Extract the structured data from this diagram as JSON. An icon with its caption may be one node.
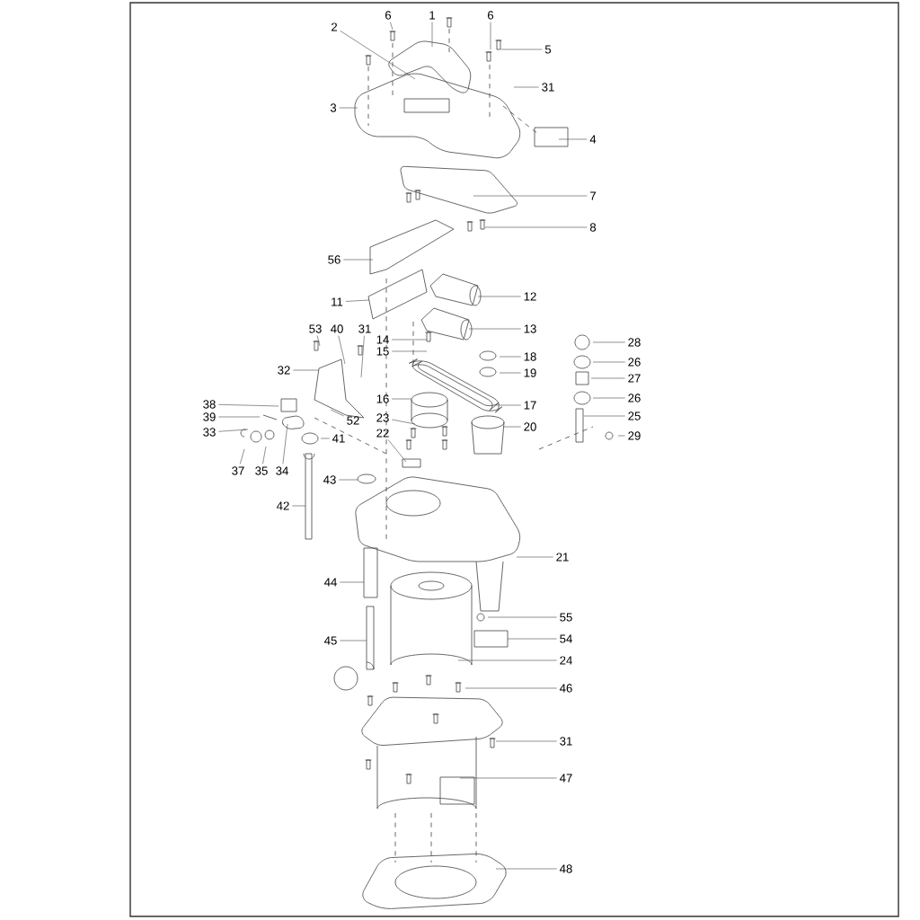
{
  "diagram": {
    "nodes": [
      {
        "text": [
          "6"
        ]
      },
      {
        "text": [
          "1"
        ]
      },
      {
        "text": [
          "6"
        ]
      },
      {
        "text": [
          "2"
        ]
      },
      {
        "text": [
          "5"
        ]
      },
      {
        "text": [
          "31"
        ]
      },
      {
        "text": [
          "3"
        ]
      },
      {
        "text": [
          "4"
        ]
      },
      {
        "text": [
          "7"
        ]
      },
      {
        "text": [
          "8"
        ]
      },
      {
        "text": [
          "56"
        ]
      },
      {
        "text": [
          "11"
        ]
      },
      {
        "text": [
          "12"
        ]
      },
      {
        "text": [
          "13"
        ]
      },
      {
        "text": [
          "53"
        ]
      },
      {
        "text": [
          "40"
        ]
      },
      {
        "text": [
          "31"
        ]
      },
      {
        "text": [
          "14"
        ]
      },
      {
        "text": [
          "15"
        ]
      },
      {
        "text": [
          "28"
        ]
      },
      {
        "text": [
          "18"
        ]
      },
      {
        "text": [
          "26"
        ]
      },
      {
        "text": [
          "19"
        ]
      },
      {
        "text": [
          "32"
        ]
      },
      {
        "text": [
          "27"
        ]
      },
      {
        "text": [
          "38"
        ]
      },
      {
        "text": [
          "16"
        ]
      },
      {
        "text": [
          "26"
        ]
      },
      {
        "text": [
          "17"
        ]
      },
      {
        "text": [
          "39"
        ]
      },
      {
        "text": [
          "25"
        ]
      },
      {
        "text": [
          "52"
        ]
      },
      {
        "text": [
          "23"
        ]
      },
      {
        "text": [
          "20"
        ]
      },
      {
        "text": [
          "33"
        ]
      },
      {
        "text": [
          "22"
        ]
      },
      {
        "text": [
          "29"
        ]
      },
      {
        "text": [
          "41"
        ]
      },
      {
        "text": [
          "37"
        ]
      },
      {
        "text": [
          "35"
        ]
      },
      {
        "text": [
          "34"
        ]
      },
      {
        "text": [
          "43"
        ]
      },
      {
        "text": [
          "42"
        ]
      },
      {
        "text": [
          "21"
        ]
      },
      {
        "text": [
          "44"
        ]
      },
      {
        "text": [
          "55"
        ]
      },
      {
        "text": [
          "45"
        ]
      },
      {
        "text": [
          "54"
        ]
      },
      {
        "text": [
          "24"
        ]
      },
      {
        "text": [
          "46"
        ]
      },
      {
        "text": [
          "31"
        ]
      },
      {
        "text": [
          "47"
        ]
      },
      {
        "text": [
          "48"
        ]
      }
    ],
    "edges": [
      {
        "from": 0,
        "to": null,
        "arrow": "none"
      },
      {
        "from": 1,
        "to": null,
        "arrow": "none"
      },
      {
        "from": 2,
        "to": null,
        "arrow": "none"
      },
      {
        "from": 3,
        "to": null,
        "arrow": "none"
      },
      {
        "from": 4,
        "to": null,
        "arrow": "none"
      },
      {
        "from": 5,
        "to": null,
        "arrow": "none"
      },
      {
        "from": 6,
        "to": null,
        "arrow": "none"
      },
      {
        "from": 7,
        "to": null,
        "arrow": "none"
      },
      {
        "from": 8,
        "to": null,
        "arrow": "none"
      },
      {
        "from": 9,
        "to": null,
        "arrow": "none"
      },
      {
        "from": 10,
        "to": null,
        "arrow": "none"
      },
      {
        "from": 11,
        "to": null,
        "arrow": "none"
      },
      {
        "from": 12,
        "to": null,
        "arrow": "none"
      },
      {
        "from": 13,
        "to": null,
        "arrow": "none"
      },
      {
        "from": 14,
        "to": null,
        "arrow": "none"
      },
      {
        "from": 15,
        "to": null,
        "arrow": "none"
      },
      {
        "from": 16,
        "to": null,
        "arrow": "none"
      },
      {
        "from": 17,
        "to": null,
        "arrow": "none"
      },
      {
        "from": 18,
        "to": null,
        "arrow": "none"
      },
      {
        "from": 19,
        "to": null,
        "arrow": "none"
      },
      {
        "from": 20,
        "to": null,
        "arrow": "none"
      },
      {
        "from": 21,
        "to": null,
        "arrow": "none"
      },
      {
        "from": 22,
        "to": null,
        "arrow": "none"
      },
      {
        "from": 23,
        "to": null,
        "arrow": "none"
      },
      {
        "from": 24,
        "to": null,
        "arrow": "none"
      },
      {
        "from": 25,
        "to": null,
        "arrow": "none"
      },
      {
        "from": 26,
        "to": null,
        "arrow": "none"
      },
      {
        "from": 27,
        "to": null,
        "arrow": "none"
      },
      {
        "from": 28,
        "to": null,
        "arrow": "none"
      },
      {
        "from": 29,
        "to": null,
        "arrow": "none"
      },
      {
        "from": 30,
        "to": null,
        "arrow": "none"
      },
      {
        "from": 31,
        "to": null,
        "arrow": "none"
      },
      {
        "from": 32,
        "to": null,
        "arrow": "none"
      },
      {
        "from": 33,
        "to": null,
        "arrow": "none"
      },
      {
        "from": 34,
        "to": null,
        "arrow": "none"
      },
      {
        "from": 35,
        "to": null,
        "arrow": "none"
      },
      {
        "from": 36,
        "to": null,
        "arrow": "none"
      },
      {
        "from": 37,
        "to": null,
        "arrow": "none"
      },
      {
        "from": 38,
        "to": null,
        "arrow": "none"
      },
      {
        "from": 39,
        "to": null,
        "arrow": "none"
      },
      {
        "from": 40,
        "to": null,
        "arrow": "none"
      },
      {
        "from": 41,
        "to": null,
        "arrow": "none"
      },
      {
        "from": 42,
        "to": null,
        "arrow": "none"
      },
      {
        "from": 43,
        "to": null,
        "arrow": "none"
      },
      {
        "from": 44,
        "to": null,
        "arrow": "none"
      },
      {
        "from": 45,
        "to": null,
        "arrow": "none"
      },
      {
        "from": 46,
        "to": null,
        "arrow": "none"
      },
      {
        "from": 47,
        "to": null,
        "arrow": "none"
      },
      {
        "from": 48,
        "to": null,
        "arrow": "none"
      },
      {
        "from": 49,
        "to": null,
        "arrow": "none"
      },
      {
        "from": 50,
        "to": null,
        "arrow": "none"
      },
      {
        "from": 51,
        "to": null,
        "arrow": "none"
      },
      {
        "from": 52,
        "to": null,
        "arrow": "none"
      }
    ]
  }
}
